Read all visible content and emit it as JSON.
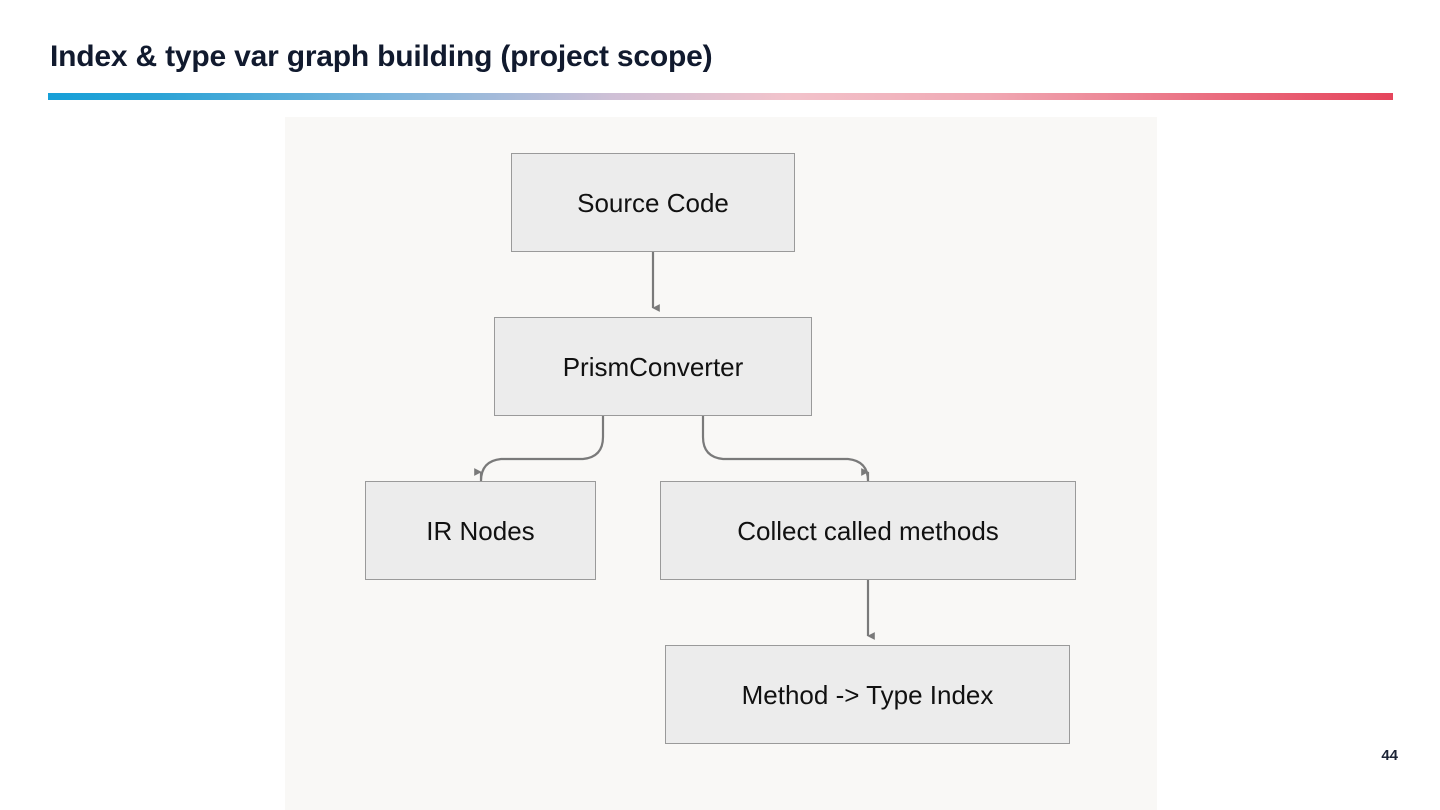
{
  "slide": {
    "title": "Index & type var graph building (project scope)",
    "page_number": "44",
    "rule_gradient_start": "#16a0d8",
    "rule_gradient_mid": "#f2c3cb",
    "rule_gradient_end": "#e5455c",
    "title_color": "#111a2e",
    "background": "#ffffff"
  },
  "diagram": {
    "canvas_background": "#f9f8f6",
    "node_fill": "#ececec",
    "node_border": "#9a9a9a",
    "connector_color": "#7a7a7a",
    "nodes": [
      {
        "id": "source-code",
        "label": "Source Code"
      },
      {
        "id": "prismconverter",
        "label": "PrismConverter"
      },
      {
        "id": "ir-nodes",
        "label": "IR Nodes"
      },
      {
        "id": "collect",
        "label": "Collect called methods"
      },
      {
        "id": "method-index",
        "label": "Method -> Type Index"
      }
    ],
    "edges": [
      {
        "from": "source-code",
        "to": "prismconverter",
        "style": "straight"
      },
      {
        "from": "prismconverter",
        "to": "ir-nodes",
        "style": "curved"
      },
      {
        "from": "prismconverter",
        "to": "collect",
        "style": "curved"
      },
      {
        "from": "collect",
        "to": "method-index",
        "style": "straight"
      }
    ]
  }
}
